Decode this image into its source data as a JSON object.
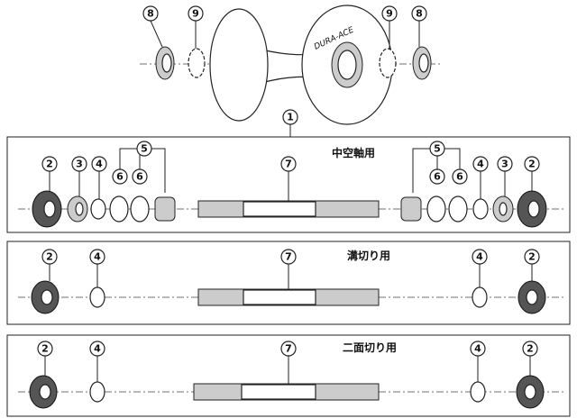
{
  "hub": {
    "brand": "DURA-ACE"
  },
  "callouts": {
    "n1": "1",
    "n2": "2",
    "n3": "3",
    "n4": "4",
    "n5": "5",
    "n6": "6",
    "n7": "7",
    "n8": "8",
    "n9": "9"
  },
  "sections": [
    {
      "label": "中空軸用"
    },
    {
      "label": "溝切り用"
    },
    {
      "label": "二面切り用"
    }
  ]
}
